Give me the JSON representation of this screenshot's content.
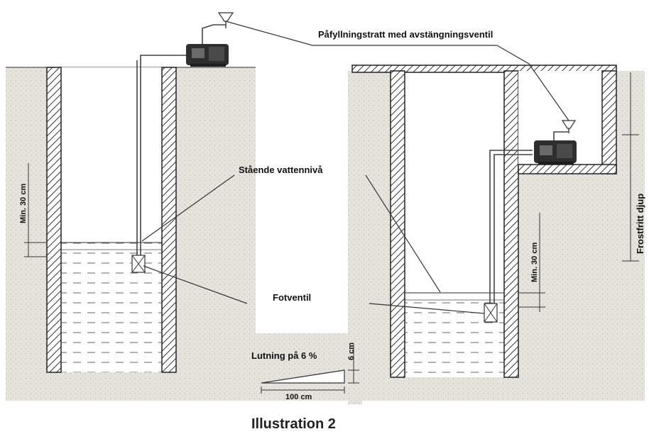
{
  "labels": {
    "filling_funnel": "Påfyllningstratt med avstängningsventil",
    "standing_water_level": "Stående vattennivå",
    "foot_valve": "Fotventil",
    "slope": "Lutning på 6 %",
    "min_30_left": "Min. 30 cm",
    "min_30_right": "Min. 30 cm",
    "six_cm": "6 cm",
    "hundred_cm": "100 cm",
    "frost_free_depth": "Frostfritt djup"
  },
  "caption": "Illustration 2",
  "colors": {
    "soil": "#e4e1db",
    "water_line": "#555555",
    "wall_stroke": "#222222",
    "pump_body": "#2e2e2e"
  },
  "icons": {
    "pump_left": "surface-pump-icon",
    "pump_right": "surface-pump-icon",
    "foot_valve_left": "foot-valve-icon",
    "foot_valve_right": "foot-valve-icon",
    "funnel": "filling-funnel-icon"
  }
}
